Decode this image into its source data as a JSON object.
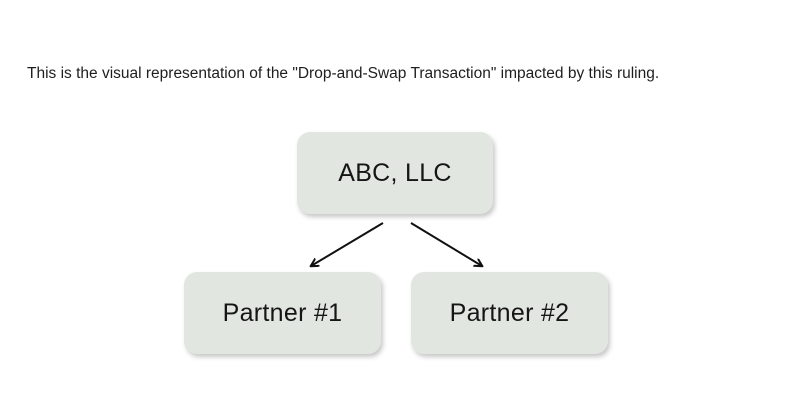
{
  "caption": "This is the visual representation of the \"Drop-and-Swap Transaction\" impacted by this ruling.",
  "diagram": {
    "nodes": [
      {
        "id": "abc-llc",
        "label": "ABC, LLC"
      },
      {
        "id": "partner-1",
        "label": "Partner #1"
      },
      {
        "id": "partner-2",
        "label": "Partner #2"
      }
    ],
    "edges": [
      {
        "from": "ABC, LLC",
        "to": "Partner #1"
      },
      {
        "from": "ABC, LLC",
        "to": "Partner #2"
      }
    ]
  },
  "colors": {
    "background": "#ffffff",
    "node_fill": "#e2e6e1",
    "arrow": "#111111",
    "text": "#1e1e1e"
  }
}
